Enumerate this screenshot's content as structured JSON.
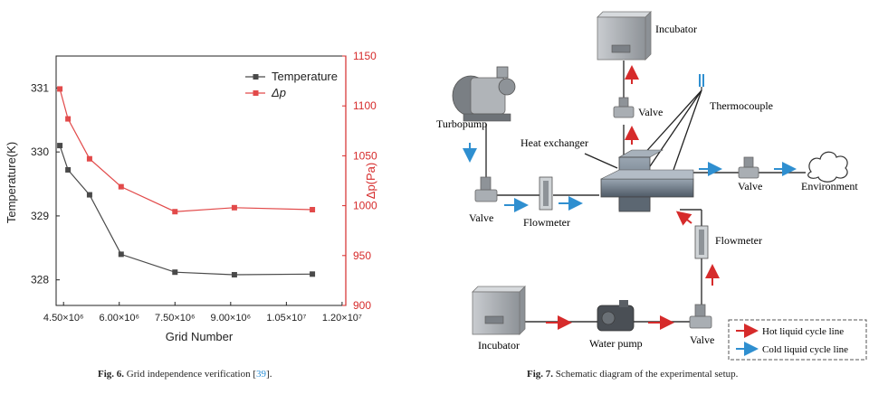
{
  "chart_data": {
    "type": "line",
    "xlabel": "Grid Number",
    "ylabel_left": "Temperature(K)",
    "ylabel_right": "Δp(Pa)",
    "x_ticks": [
      "4.50×10⁶",
      "6.00×10⁶",
      "7.50×10⁶",
      "9.00×10⁶",
      "1.05×10⁷",
      "1.20×10⁷"
    ],
    "x_tick_values": [
      4500000,
      6000000,
      7500000,
      9000000,
      10500000,
      12000000
    ],
    "xlim": [
      4300000,
      12100000
    ],
    "y_left_ticks": [
      "328",
      "329",
      "330",
      "331"
    ],
    "y_left_tick_values": [
      328,
      329,
      330,
      331
    ],
    "ylim_left": [
      327.6,
      331.5
    ],
    "y_right_ticks": [
      "900",
      "950",
      "1000",
      "1050",
      "1100",
      "1150"
    ],
    "y_right_tick_values": [
      900,
      950,
      1000,
      1050,
      1100,
      1150
    ],
    "ylim_right": [
      900,
      1150
    ],
    "legend_position": "top-right",
    "series": [
      {
        "name": "Temperature",
        "axis": "left",
        "color": "#4a4a4a",
        "marker": "square",
        "x": [
          4400000,
          4620000,
          5200000,
          6050000,
          7500000,
          9100000,
          11200000
        ],
        "values": [
          330.1,
          329.72,
          329.33,
          328.4,
          328.12,
          328.08,
          328.09
        ]
      },
      {
        "name": "Δp",
        "axis": "right",
        "color": "#e24a4a",
        "marker": "square",
        "x": [
          4400000,
          4620000,
          5200000,
          6050000,
          7500000,
          9100000,
          11200000
        ],
        "values": [
          1117,
          1087,
          1047,
          1019,
          994,
          998,
          996
        ]
      }
    ]
  },
  "captions": {
    "fig6_label": "Fig. 6.",
    "fig6_text": "Grid independence verification [",
    "fig6_ref": "39",
    "fig6_end": "].",
    "fig7_label": "Fig. 7.",
    "fig7_text": "Schematic diagram of the experimental setup."
  },
  "diagram": {
    "labels": {
      "incubator_top": "Incubator",
      "valve_top": "Valve",
      "thermocouple": "Thermocouple",
      "turbopump": "Turbopump",
      "heat_exchanger": "Heat exchanger",
      "valve_right": "Valve",
      "environment": "Environment",
      "valve_left": "Valve",
      "flowmeter_left": "Flowmeter",
      "flowmeter_right": "Flowmeter",
      "incubator_bottom": "Incubator",
      "water_pump": "Water pump",
      "valve_bottom": "Valve"
    },
    "legend": {
      "hot": "Hot liquid cycle line",
      "cold": "Cold liquid cycle line"
    },
    "colors": {
      "hot": "#d62b2b",
      "cold": "#2f8fd0",
      "device": "#9ea3a8",
      "device_dark": "#6d7277"
    }
  }
}
